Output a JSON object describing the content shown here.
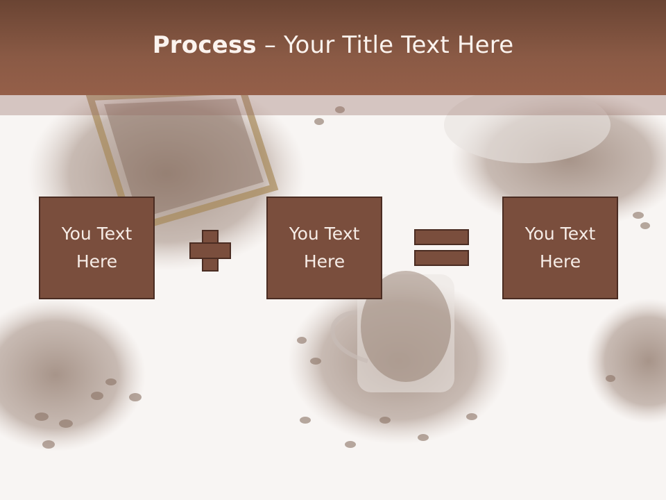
{
  "title": {
    "bold": "Process",
    "rest": " – Your Title Text Here"
  },
  "boxes": [
    {
      "text": "You Text\nHere"
    },
    {
      "text": "You Text\nHere"
    },
    {
      "text": "You Text\nHere"
    }
  ],
  "operators": {
    "first": "plus",
    "second": "equals"
  },
  "colors": {
    "title_bar": "#8a5a45",
    "box_fill": "#7a4e3d",
    "box_border": "#4a2c22",
    "title_text": "#fbf3ee",
    "background": "#f7f4f2"
  },
  "background_image": "coffee-beans-photo"
}
